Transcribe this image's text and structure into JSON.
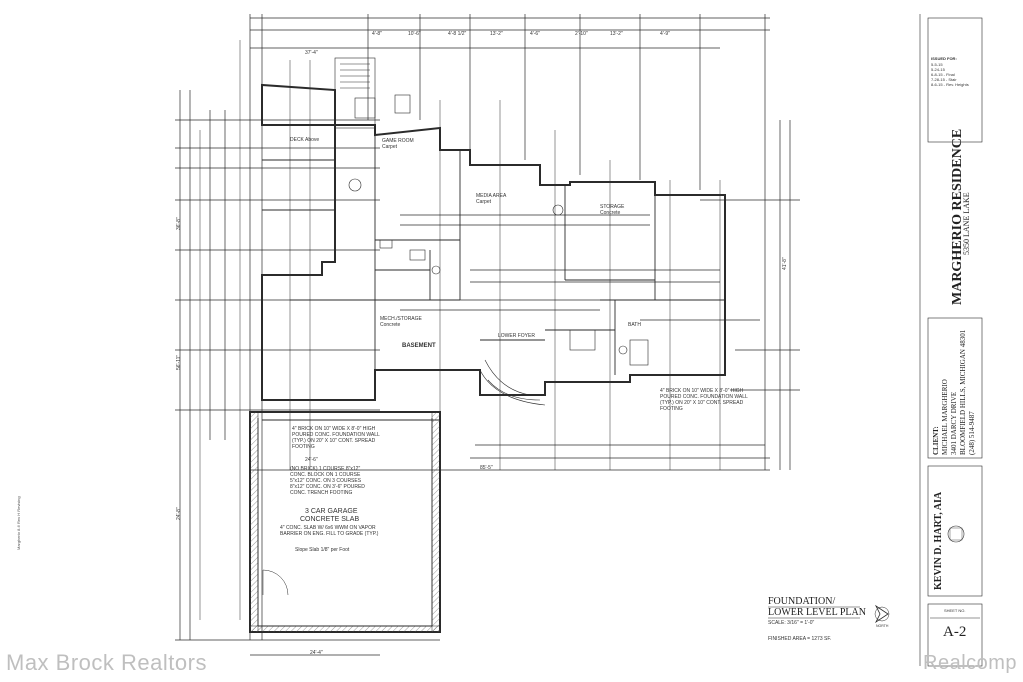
{
  "project": {
    "name": "MARGHERIO RESIDENCE",
    "location": "5350 LANE LAKE"
  },
  "client": {
    "heading": "CLIENT:",
    "name": "MICHAEL MARGHERIO",
    "address1": "3401 DARCY DRIVE",
    "address2": "BLOOMFIELD HILLS, MICHIGAN 48301",
    "phone": "(248) 514-9487"
  },
  "architect": {
    "name": "KEVIN D. HART, AIA"
  },
  "issued": {
    "heading": "ISSUED FOR:",
    "items": [
      "5-5-15",
      "5-24-15",
      "6-8-15 - Final",
      "7-28-15 - Stair",
      "8-6-15 - Rev. Heights"
    ]
  },
  "sheet": {
    "label": "SHEET NO.",
    "number": "A-2"
  },
  "plan": {
    "title_line1": "FOUNDATION/",
    "title_line2": "LOWER LEVEL PLAN",
    "scale": "SCALE: 3/16\" = 1'-0\"",
    "north": "NORTH",
    "finished_area": "FINISHED AREA = 1273 SF."
  },
  "rooms": {
    "deck": "DECK Above",
    "game_room": "GAME ROOM",
    "game_room_sub": "Carpet",
    "media_area": "MEDIA AREA",
    "media_area_sub": "Carpet",
    "storage": "STORAGE",
    "storage_sub": "Concrete",
    "mech_storage": "MECH./STORAGE",
    "mech_storage_sub": "Concrete",
    "basement": "BASEMENT",
    "lower_foyer": "LOWER FOYER",
    "garage": "3 CAR GARAGE",
    "garage_sub": "CONCRETE SLAB",
    "bath": "BATH"
  },
  "notes": {
    "garage_slab": "4\" CONC. SLAB W/ 6x6 WWM ON VAPOR BARRIER ON ENG. FILL TO GRADE (TYP.)",
    "slope": "Slope Slab 1/8\" per Foot",
    "brick1": "4\" BRICK ON 10\" WIDE X 8'-0\" HIGH POURED CONC. FOUNDATION WALL (TYP.) ON 20\" X 10\" CONT. SPREAD FOOTING",
    "brick2": "4\" BRICK ON 10\" WIDE X 8'-0\" HIGH POURED CONC. FOUNDATION WALL (TYP.) ON 20\" X 10\" CONT. SPREAD FOOTING",
    "frost": "(NO BRICK) 1 COURSE 8\"x12\" CONC. BLOCK ON 1 COURSE 5\"x12\" CONC. ON 3 COURSES 8\"x12\" CONC. ON 3'-6\" POURED CONC. TRENCH FOOTING"
  },
  "dims": {
    "top1": "37'-4\"",
    "top2": "4'-8\"",
    "top3": "10'-6\"",
    "top4": "4'-8 1/2\"",
    "top5": "13'-2\"",
    "top6": "4'-6\"",
    "top7": "2'-10\"",
    "top8": "13'-2\"",
    "top9": "4'-9\"",
    "bottom1": "24'-4\"",
    "bottom2": "24'-6\"",
    "bottom3": "85'-5\"",
    "left1": "36'-8\"",
    "left2": "56'-11\"",
    "left3": "24'-8\"",
    "right1": "41'-8\""
  },
  "watermarks": {
    "left": "Max Brock Realtors",
    "right": "Realcomp"
  },
  "margin_text": "Margherio 8-6 Rev H Revising",
  "colors": {
    "line": "#2b2b2b",
    "light_line": "#6b6b6b",
    "watermark": "#bfbfbf"
  }
}
